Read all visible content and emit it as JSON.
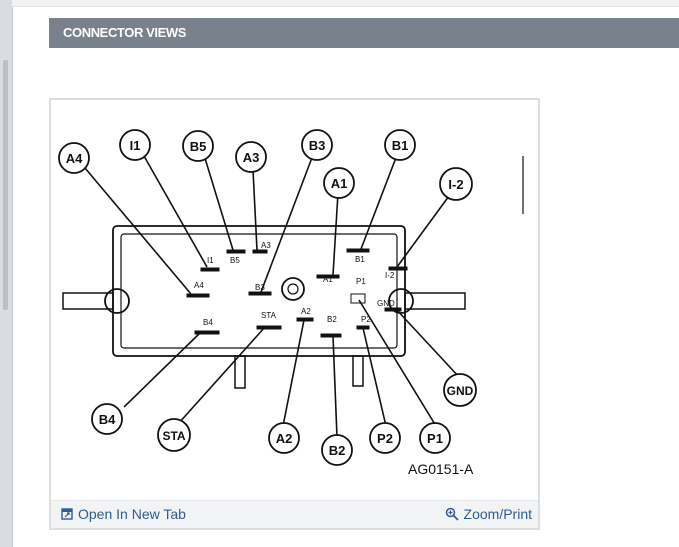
{
  "section": {
    "title": "CONNECTOR VIEWS"
  },
  "figure": {
    "code": "AG0151-A",
    "callouts": [
      {
        "label": "A4"
      },
      {
        "label": "I1"
      },
      {
        "label": "B5"
      },
      {
        "label": "A3"
      },
      {
        "label": "B3"
      },
      {
        "label": "A1"
      },
      {
        "label": "B1"
      },
      {
        "label": "I-2"
      },
      {
        "label": "GND"
      },
      {
        "label": "B4"
      },
      {
        "label": "STA"
      },
      {
        "label": "A2"
      },
      {
        "label": "B2"
      },
      {
        "label": "P2"
      },
      {
        "label": "P1"
      }
    ],
    "terminal_labels": [
      {
        "label": "A4"
      },
      {
        "label": "I1"
      },
      {
        "label": "B5"
      },
      {
        "label": "A3"
      },
      {
        "label": "B3"
      },
      {
        "label": "A1"
      },
      {
        "label": "B1"
      },
      {
        "label": "I-2"
      },
      {
        "label": "P1"
      },
      {
        "label": "GND"
      },
      {
        "label": "B4"
      },
      {
        "label": "STA"
      },
      {
        "label": "A2"
      },
      {
        "label": "B2"
      },
      {
        "label": "P2"
      }
    ]
  },
  "footer": {
    "open_tab_label": "Open In New Tab",
    "zoom_label": "Zoom/Print",
    "open_tab_icon": "open-in-new-tab-icon",
    "zoom_icon": "zoom-magnifier-icon"
  }
}
